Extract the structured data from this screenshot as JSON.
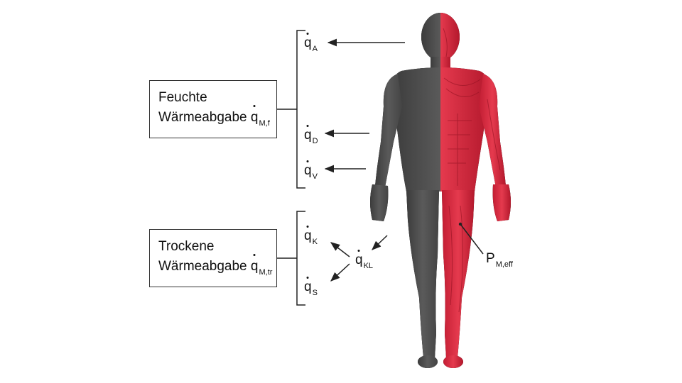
{
  "boxes": {
    "feucht": {
      "line1": "Feuchte",
      "line2_prefix": "Wärmeabgabe",
      "symbol": "q",
      "subscript": "M,f"
    },
    "trocken": {
      "line1": "Trockene",
      "line2_prefix": "Wärmeabgabe",
      "symbol": "q",
      "subscript": "M,tr"
    }
  },
  "labels": {
    "qA": {
      "symbol": "q",
      "subscript": "A"
    },
    "qD": {
      "symbol": "q",
      "subscript": "D"
    },
    "qV": {
      "symbol": "q",
      "subscript": "V"
    },
    "qK": {
      "symbol": "q",
      "subscript": "K"
    },
    "qS": {
      "symbol": "q",
      "subscript": "S"
    },
    "qKL": {
      "symbol": "q",
      "subscript": "KL"
    },
    "PMeff": {
      "symbol": "P",
      "subscript": "M,eff"
    }
  },
  "colors": {
    "skin_dark": "#4a4a4a",
    "muscle_red": "#d8283c",
    "line": "#222222"
  }
}
